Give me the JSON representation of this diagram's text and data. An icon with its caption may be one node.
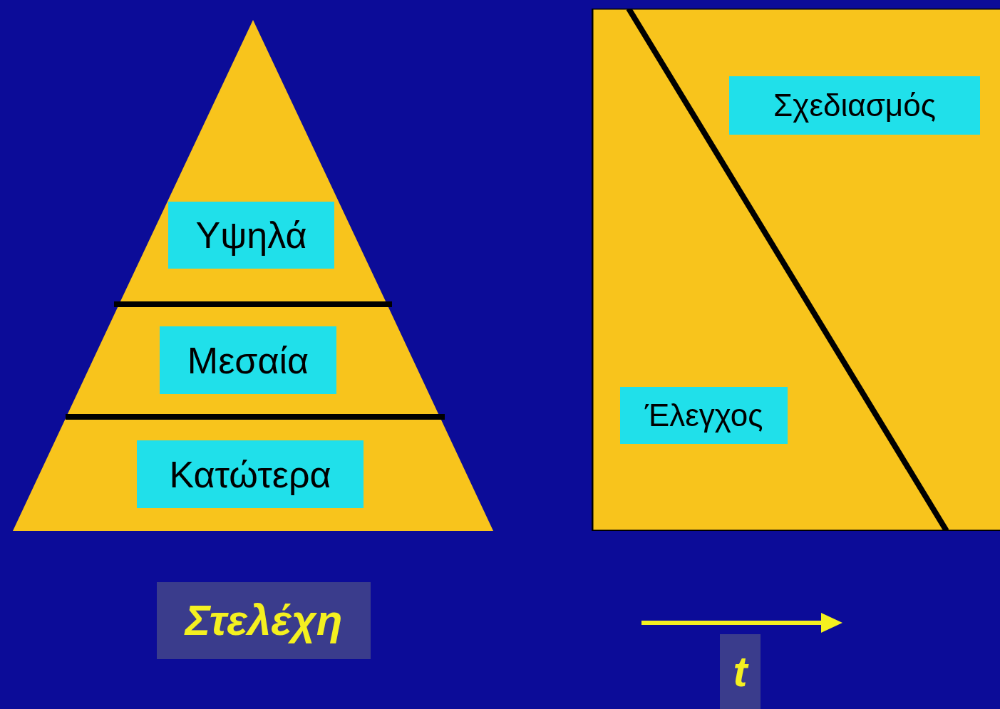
{
  "diagram": {
    "nodes": [
      {
        "text": [
          "Υψηλά"
        ]
      },
      {
        "text": [
          "Μεσαία"
        ]
      },
      {
        "text": [
          "Κατώτερα"
        ]
      },
      {
        "text": [
          "Σχεδιασμός",
          "Έλεγχος"
        ]
      }
    ],
    "labels": [
      "Στελέχη",
      "t"
    ]
  }
}
